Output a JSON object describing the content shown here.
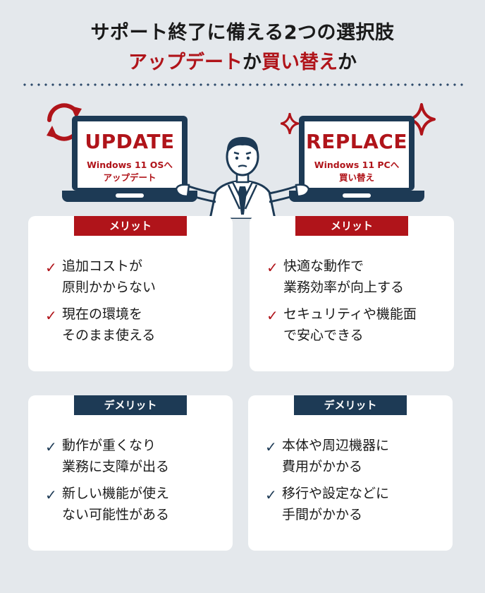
{
  "title": {
    "line1": "サポート終了に備える2つの選択肢",
    "line2_red1": "アップデート",
    "line2_mid": "か",
    "line2_red2": "買い替え",
    "line2_end": "か"
  },
  "laptops": {
    "update": {
      "big": "UPDATE",
      "small1": "Windows 11 OSへ",
      "small2": "アップデート"
    },
    "replace": {
      "big": "REPLACE",
      "small1": "Windows 11 PCへ",
      "small2": "買い替え"
    }
  },
  "cards": {
    "update_merit": {
      "badge": "メリット",
      "items": [
        [
          "追加コストが",
          "原則かからない"
        ],
        [
          "現在の環境を",
          "そのまま使える"
        ]
      ]
    },
    "replace_merit": {
      "badge": "メリット",
      "items": [
        [
          "快適な動作で",
          "業務効率が向上する"
        ],
        [
          "セキュリティや機能面",
          "で安心できる"
        ]
      ]
    },
    "update_demerit": {
      "badge": "デメリット",
      "items": [
        [
          "動作が重くなり",
          "業務に支障が出る"
        ],
        [
          "新しい機能が使え",
          "ない可能性がある"
        ]
      ]
    },
    "replace_demerit": {
      "badge": "デメリット",
      "items": [
        [
          "本体や周辺機器に",
          "費用がかかる"
        ],
        [
          "移行や設定などに",
          "手間がかかる"
        ]
      ]
    }
  },
  "checkmark": "✓",
  "colors": {
    "accent_red": "#b0141a",
    "navy": "#1d3a55",
    "background": "#e4e8ec"
  }
}
